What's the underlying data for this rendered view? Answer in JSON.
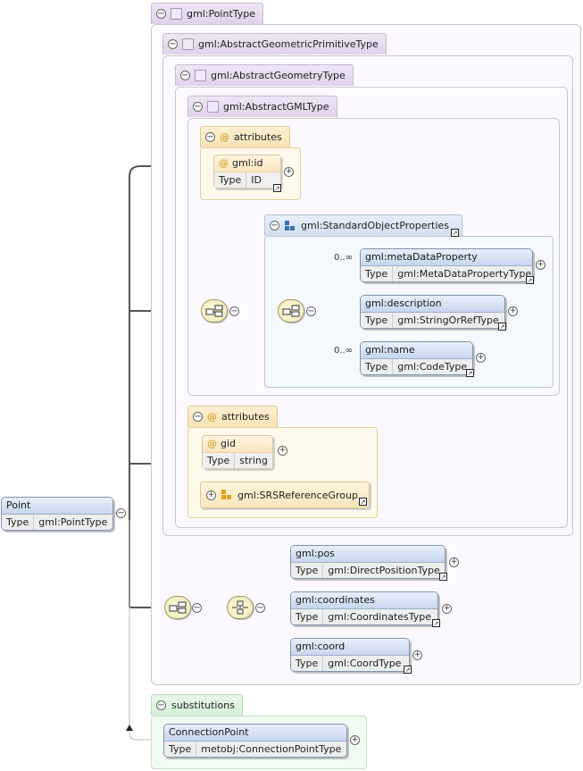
{
  "root": {
    "name": "Point",
    "type_label": "Type",
    "type": "gml:PointType"
  },
  "types": {
    "point_type": "gml:PointType",
    "primitive_type": "gml:AbstractGeometricPrimitiveType",
    "geometry_type": "gml:AbstractGeometryType",
    "gml_type": "gml:AbstractGMLType"
  },
  "attributes_label": "attributes",
  "gml_id": {
    "name": "gml:id",
    "type_label": "Type",
    "type": "ID"
  },
  "standard_group": {
    "name": "gml:StandardObjectProperties",
    "elements": [
      {
        "name": "gml:metaDataProperty",
        "type_label": "Type",
        "type": "gml:MetaDataPropertyType",
        "occurs": "0..∞"
      },
      {
        "name": "gml:description",
        "type_label": "Type",
        "type": "gml:StringOrRefType",
        "occurs": ""
      },
      {
        "name": "gml:name",
        "type_label": "Type",
        "type": "gml:CodeType",
        "occurs": "0..∞"
      }
    ]
  },
  "gid": {
    "name": "gid",
    "type_label": "Type",
    "type": "string"
  },
  "srs_group": "gml:SRSReferenceGroup",
  "choice_elements": [
    {
      "name": "gml:pos",
      "type_label": "Type",
      "type": "gml:DirectPositionType"
    },
    {
      "name": "gml:coordinates",
      "type_label": "Type",
      "type": "gml:CoordinatesType"
    },
    {
      "name": "gml:coord",
      "type_label": "Type",
      "type": "gml:CoordType"
    }
  ],
  "substitutions": {
    "label": "substitutions",
    "element": {
      "name": "ConnectionPoint",
      "type_label": "Type",
      "type": "metobj:ConnectionPointType"
    }
  }
}
